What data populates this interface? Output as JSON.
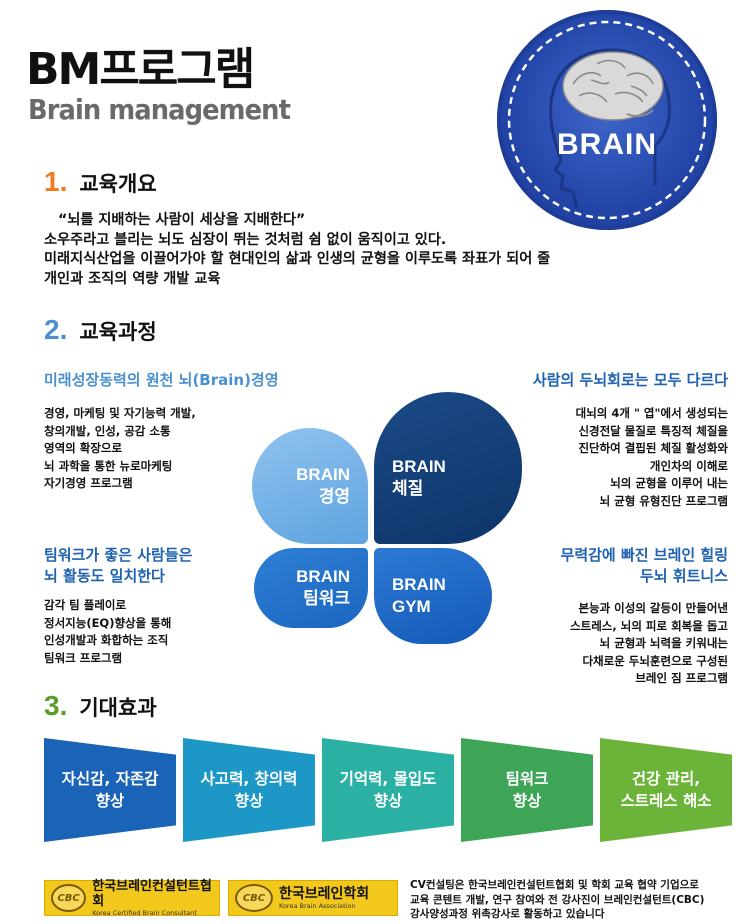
{
  "header": {
    "title": "BM프로그램",
    "subtitle": "Brain management",
    "badge_text": "BRAIN"
  },
  "sections": [
    {
      "num": "1.",
      "title": "교육개요",
      "num_color": "#f07a1e"
    },
    {
      "num": "2.",
      "title": "교육과정",
      "num_color": "#4a90cf"
    },
    {
      "num": "3.",
      "title": "기대효과",
      "num_color": "#5a9c2a"
    }
  ],
  "intro": {
    "lines": [
      "“뇌를 지배하는 사람이 세상을 지배한다”",
      "소우주라고 블리는 뇌도 심장이 뛰는 것처럼 쉼 없이 움직이고 있다.",
      "미래지식산업을 이끌어가야 할 현대인의 삶과 인생의 균형을 이루도록 좌표가 되어 줄",
      "개인과 조직의 역량 개발 교육"
    ]
  },
  "course": {
    "tl": {
      "title": [
        "미래성장동력의 원천 뇌(Brain)경영"
      ],
      "text": [
        "경영, 마케팅 및 자기능력 개발,",
        "창의개발, 인성, 공감 소통",
        "영역의 확장으로",
        "뇌 과학을 통한 뉴로마케팅",
        "자기경영 프로그램"
      ]
    },
    "tr": {
      "title": [
        "사람의 두뇌회로는 모두 다르다"
      ],
      "text": [
        "대뇌의 4개  \" 엽\"에서 생성되는",
        "신경전달 물질로 특징적 체질을",
        "진단하여 결핍된 체질 활성화와",
        "개인차의 이해로",
        "뇌의 균형을 이루어 내는",
        "뇌 균형 유형진단 프로그램"
      ]
    },
    "bl": {
      "title": [
        "팀워크가 좋은 사람들은",
        "뇌 활동도 일치한다"
      ],
      "text": [
        "감각 팀 플레이로",
        "정서지능(EQ)향상을 통해",
        "인성개발과 화합하는 조직",
        "팀워크 프로그램"
      ]
    },
    "br": {
      "title": [
        "무력감에 빠진 브레인 힐링",
        "두뇌 휘트니스"
      ],
      "text": [
        "본능과 이성의 갈등이 만들어낸",
        "스트레스, 뇌의 피로 회복을 돕고",
        "뇌 균형과 뇌력을 키워내는",
        "다채로운 두뇌훈련으로 구성된",
        "브레인 짐 프로그램"
      ]
    }
  },
  "petals": {
    "tl": [
      "BRAIN",
      "경영"
    ],
    "tr": [
      "BRAIN",
      "체질"
    ],
    "bl": [
      "BRAIN",
      "팀워크"
    ],
    "br": [
      "BRAIN",
      "GYM"
    ]
  },
  "effects": [
    {
      "line1": "자신감, 자존감",
      "line2": "향상",
      "color": "#1b63b6"
    },
    {
      "line1": "사고력, 창의력",
      "line2": "향상",
      "color": "#1d97c6"
    },
    {
      "line1": "기억력, 몰입도",
      "line2": "향상",
      "color": "#2bb0a4"
    },
    {
      "line1": "팀워크",
      "line2": "향상",
      "color": "#3ea557"
    },
    {
      "line1": "건강 관리,",
      "line2": "스트레스 해소",
      "color": "#6cb33a"
    }
  ],
  "footer": {
    "logos": [
      {
        "mark": "CBC",
        "name": "한국브레인컨설턴트협회",
        "en": "Korea Certified Brain Consultant"
      },
      {
        "mark": "CBC",
        "name": "한국브레인학회",
        "en": "Korea Brain Association"
      }
    ],
    "text": [
      "CV컨설팅은 한국브레인컨설턴트협회 및 학회 교육 협약 기업으로",
      "교육 콘텐트 개발, 연구 참여와 전 강사진이 브레인컨설턴트(CBC)",
      "강사양성과정 위촉강사로 활동하고 있습니다"
    ]
  }
}
